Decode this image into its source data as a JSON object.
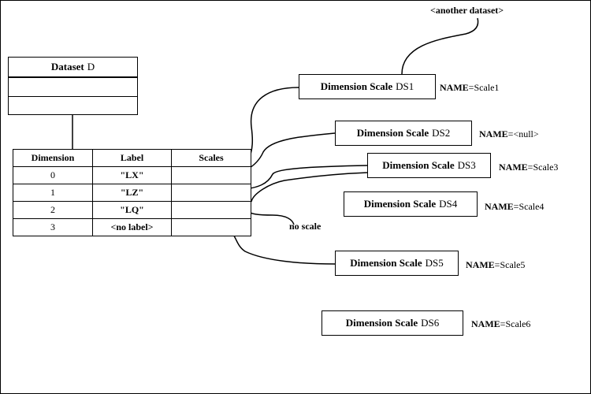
{
  "another_dataset": "<another dataset>",
  "dataset": {
    "name_bold": "Dataset",
    "name_id": "D"
  },
  "table": {
    "headers": [
      "Dimension",
      "Label",
      "Scales"
    ],
    "rows": [
      {
        "dimension": "0",
        "label": "\"LX\""
      },
      {
        "dimension": "1",
        "label": "\"LZ\""
      },
      {
        "dimension": "2",
        "label": "\"LQ\""
      },
      {
        "dimension": "3",
        "label": "<no label>"
      }
    ]
  },
  "no_scale": "no scale",
  "scales": [
    {
      "bold": "Dimension Scale",
      "id": "DS1",
      "name_key": "NAME",
      "name_value": "=Scale1"
    },
    {
      "bold": "Dimension Scale",
      "id": "DS2",
      "name_key": "NAME",
      "name_value": "=<null>"
    },
    {
      "bold": "Dimension Scale",
      "id": "DS3",
      "name_key": "NAME",
      "name_value": "=Scale3"
    },
    {
      "bold": "Dimension Scale",
      "id": "DS4",
      "name_key": "NAME",
      "name_value": "=Scale4"
    },
    {
      "bold": "Dimension Scale",
      "id": "DS5",
      "name_key": "NAME",
      "name_value": "=Scale5"
    },
    {
      "bold": "Dimension Scale",
      "id": "DS6",
      "name_key": "NAME",
      "name_value": "=Scale6"
    }
  ]
}
